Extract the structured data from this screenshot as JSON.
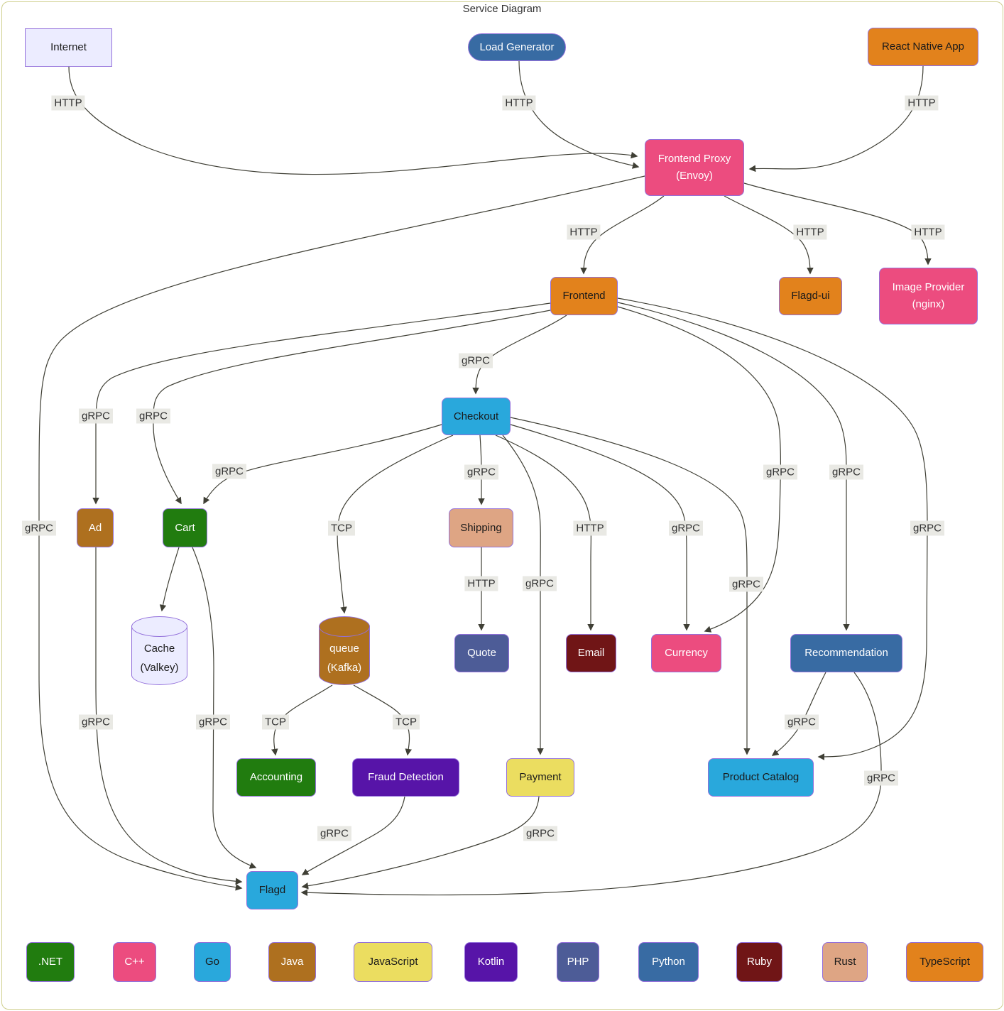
{
  "title": "Service Diagram",
  "colors": {
    "node_border": "#9370db",
    "edge_stroke": "#3f3f35",
    "edge_label_bg": "#e8e8e3",
    "cluster_border": "#cfcf8e",
    "langs": {
      "dotnet": "#217c0f",
      "cpp": "#ec4c7f",
      "golang": "#29a8dc",
      "java": "#ae701f",
      "javascript": "#ebdd60",
      "kotlin": "#5714a8",
      "php": "#4d5c97",
      "python": "#386ba3",
      "ruby": "#701516",
      "rust": "#dea584",
      "typescript": "#e2821c",
      "plain": "#ececff"
    }
  },
  "nodes": [
    {
      "id": "internet",
      "label": "Internet",
      "sub": "",
      "lang": "plain",
      "shape": "rect"
    },
    {
      "id": "load-generator",
      "label": "Load Generator",
      "sub": "",
      "lang": "python",
      "shape": "stadium"
    },
    {
      "id": "react-native-app",
      "label": "React Native App",
      "sub": "",
      "lang": "typescript",
      "shape": "round"
    },
    {
      "id": "frontend-proxy",
      "label": "Frontend Proxy",
      "sub": "(Envoy)",
      "lang": "cpp",
      "shape": "round"
    },
    {
      "id": "frontend",
      "label": "Frontend",
      "sub": "",
      "lang": "typescript",
      "shape": "round"
    },
    {
      "id": "flagd-ui",
      "label": "Flagd-ui",
      "sub": "",
      "lang": "typescript",
      "shape": "round"
    },
    {
      "id": "image-provider",
      "label": "Image Provider",
      "sub": "(nginx)",
      "lang": "cpp",
      "shape": "round"
    },
    {
      "id": "checkout",
      "label": "Checkout",
      "sub": "",
      "lang": "golang",
      "shape": "round"
    },
    {
      "id": "ad",
      "label": "Ad",
      "sub": "",
      "lang": "java",
      "shape": "round"
    },
    {
      "id": "cart",
      "label": "Cart",
      "sub": "",
      "lang": "dotnet",
      "shape": "round"
    },
    {
      "id": "shipping",
      "label": "Shipping",
      "sub": "",
      "lang": "rust",
      "shape": "round"
    },
    {
      "id": "cache",
      "label": "Cache",
      "sub": "(Valkey)",
      "lang": "plain",
      "shape": "cylinder"
    },
    {
      "id": "queue",
      "label": "queue",
      "sub": "(Kafka)",
      "lang": "java",
      "shape": "cylinder"
    },
    {
      "id": "quote",
      "label": "Quote",
      "sub": "",
      "lang": "php",
      "shape": "round"
    },
    {
      "id": "email",
      "label": "Email",
      "sub": "",
      "lang": "ruby",
      "shape": "round"
    },
    {
      "id": "currency",
      "label": "Currency",
      "sub": "",
      "lang": "cpp",
      "shape": "round"
    },
    {
      "id": "recommendation",
      "label": "Recommendation",
      "sub": "",
      "lang": "python",
      "shape": "round"
    },
    {
      "id": "accounting",
      "label": "Accounting",
      "sub": "",
      "lang": "dotnet",
      "shape": "round"
    },
    {
      "id": "fraud-detection",
      "label": "Fraud Detection",
      "sub": "",
      "lang": "kotlin",
      "shape": "round"
    },
    {
      "id": "payment",
      "label": "Payment",
      "sub": "",
      "lang": "javascript",
      "shape": "round"
    },
    {
      "id": "product-catalog",
      "label": "Product Catalog",
      "sub": "",
      "lang": "golang",
      "shape": "round"
    },
    {
      "id": "flagd",
      "label": "Flagd",
      "sub": "",
      "lang": "golang",
      "shape": "round"
    }
  ],
  "edges": [
    {
      "from": "internet",
      "to": "frontend-proxy",
      "label": "HTTP"
    },
    {
      "from": "load-generator",
      "to": "frontend-proxy",
      "label": "HTTP"
    },
    {
      "from": "react-native-app",
      "to": "frontend-proxy",
      "label": "HTTP"
    },
    {
      "from": "frontend-proxy",
      "to": "frontend",
      "label": "HTTP"
    },
    {
      "from": "frontend-proxy",
      "to": "flagd-ui",
      "label": "HTTP"
    },
    {
      "from": "frontend-proxy",
      "to": "image-provider",
      "label": "HTTP"
    },
    {
      "from": "frontend-proxy",
      "to": "flagd",
      "label": "gRPC"
    },
    {
      "from": "frontend",
      "to": "ad",
      "label": "gRPC"
    },
    {
      "from": "frontend",
      "to": "cart",
      "label": "gRPC"
    },
    {
      "from": "frontend",
      "to": "checkout",
      "label": "gRPC"
    },
    {
      "from": "frontend",
      "to": "currency",
      "label": "gRPC"
    },
    {
      "from": "frontend",
      "to": "recommendation",
      "label": "gRPC"
    },
    {
      "from": "frontend",
      "to": "product-catalog",
      "label": "gRPC"
    },
    {
      "from": "checkout",
      "to": "cart",
      "label": "gRPC"
    },
    {
      "from": "checkout",
      "to": "shipping",
      "label": "gRPC"
    },
    {
      "from": "checkout",
      "to": "queue",
      "label": "TCP"
    },
    {
      "from": "checkout",
      "to": "email",
      "label": "HTTP"
    },
    {
      "from": "checkout",
      "to": "currency",
      "label": "gRPC"
    },
    {
      "from": "checkout",
      "to": "payment",
      "label": "gRPC"
    },
    {
      "from": "checkout",
      "to": "product-catalog",
      "label": "gRPC"
    },
    {
      "from": "shipping",
      "to": "quote",
      "label": "HTTP"
    },
    {
      "from": "cart",
      "to": "cache",
      "label": ""
    },
    {
      "from": "cart",
      "to": "flagd",
      "label": "gRPC"
    },
    {
      "from": "ad",
      "to": "flagd",
      "label": "gRPC"
    },
    {
      "from": "queue",
      "to": "accounting",
      "label": "TCP"
    },
    {
      "from": "queue",
      "to": "fraud-detection",
      "label": "TCP"
    },
    {
      "from": "recommendation",
      "to": "product-catalog",
      "label": "gRPC"
    },
    {
      "from": "recommendation",
      "to": "flagd",
      "label": "gRPC"
    },
    {
      "from": "fraud-detection",
      "to": "flagd",
      "label": "gRPC"
    },
    {
      "from": "payment",
      "to": "flagd",
      "label": "gRPC"
    }
  ],
  "legend": [
    {
      "label": ".NET",
      "lang": "dotnet"
    },
    {
      "label": "C++",
      "lang": "cpp"
    },
    {
      "label": "Go",
      "lang": "golang"
    },
    {
      "label": "Java",
      "lang": "java"
    },
    {
      "label": "JavaScript",
      "lang": "javascript"
    },
    {
      "label": "Kotlin",
      "lang": "kotlin"
    },
    {
      "label": "PHP",
      "lang": "php"
    },
    {
      "label": "Python",
      "lang": "python"
    },
    {
      "label": "Ruby",
      "lang": "ruby"
    },
    {
      "label": "Rust",
      "lang": "rust"
    },
    {
      "label": "TypeScript",
      "lang": "typescript"
    }
  ]
}
